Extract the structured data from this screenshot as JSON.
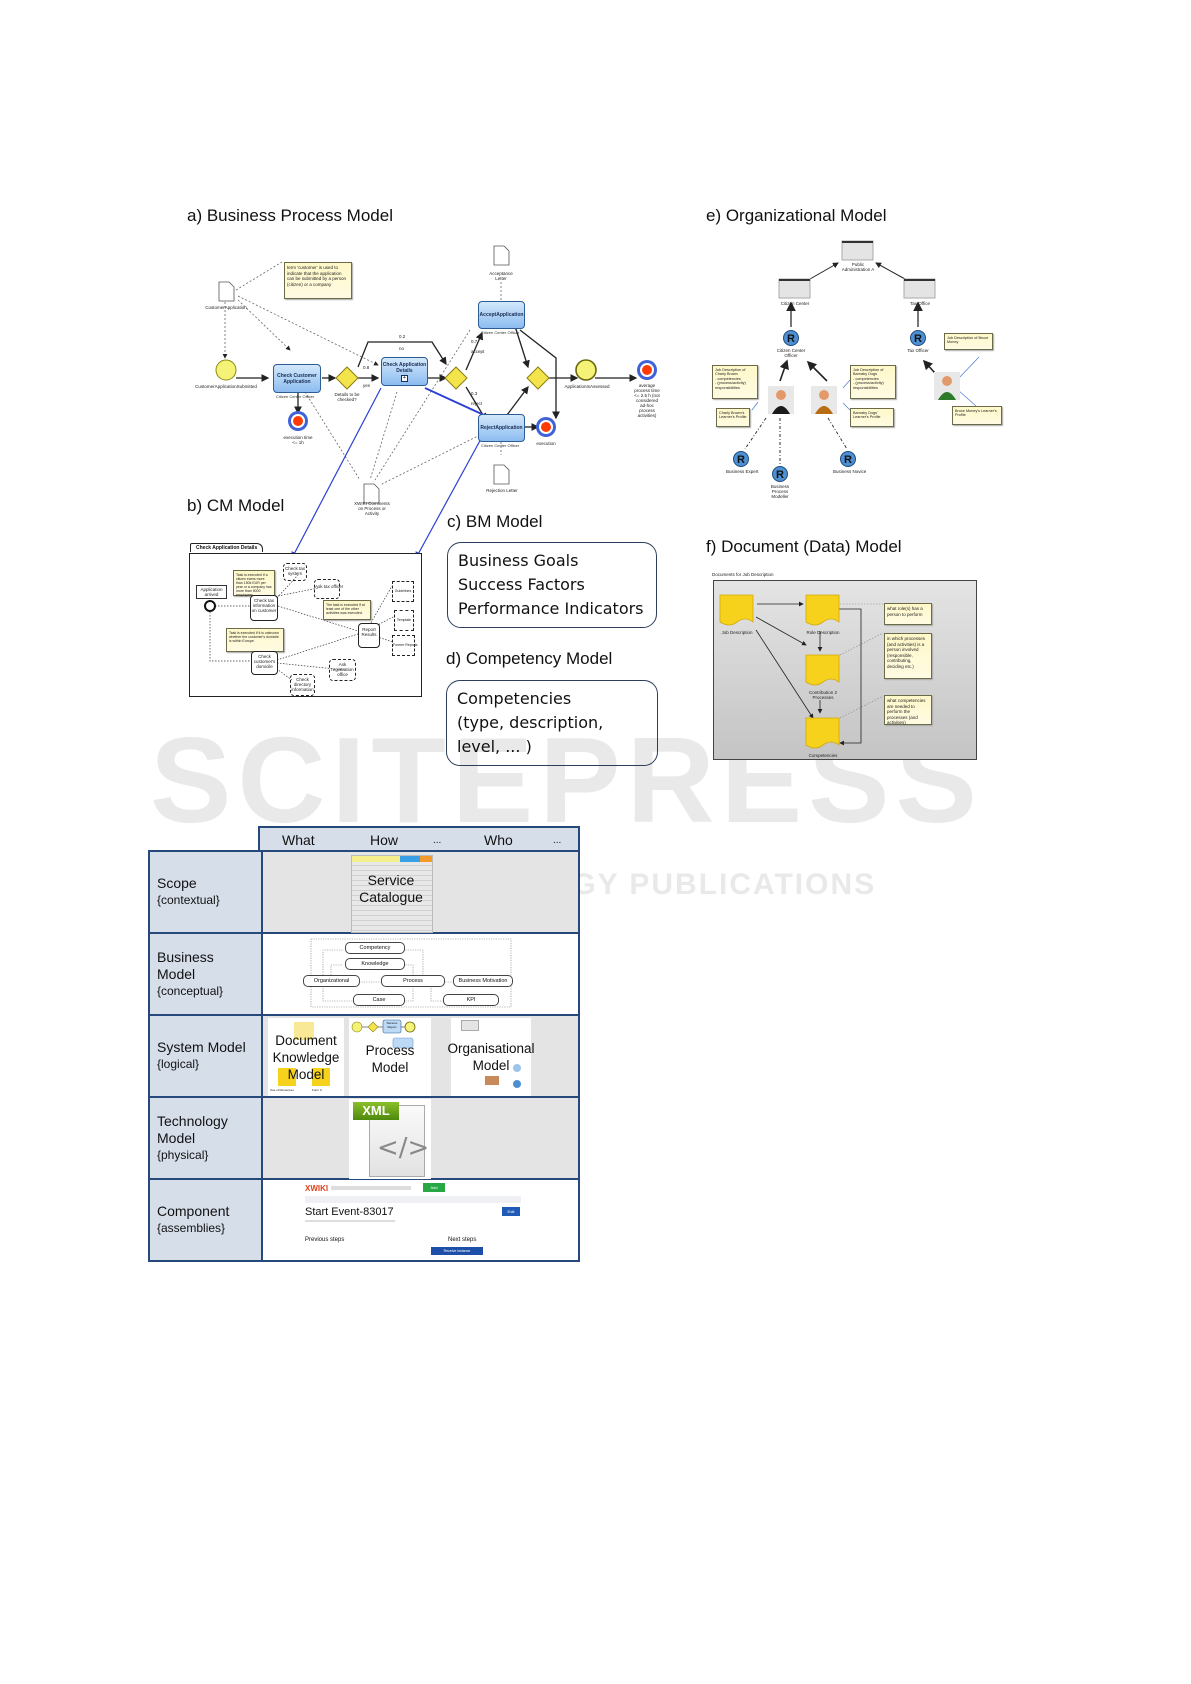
{
  "watermark": {
    "main": "SCITEPRESS",
    "sub": "SCIENCE AND TECHNOLOGY PUBLICATIONS"
  },
  "panels": {
    "a": {
      "title": "a) Business Process Model",
      "note": "term 'customer' is used to indicate that the application can be submitted by a person (citizen) or a company",
      "doc_customer_application": "CustomerApplication",
      "start_event": "CustomerApplicationSubmitted",
      "task_check_customer": "Check Customer Application",
      "task_check_details": "Check Application Details",
      "task_accept": "AcceptApplication",
      "task_reject": "RejectApplication",
      "lane_role": "Citizen Center Officer",
      "gateway_details": "Details to be checked?",
      "edge_yes": "yes",
      "edge_no": "no",
      "prob_yes": "0.8",
      "prob_no": "0.2",
      "edge_accept": "accept",
      "edge_reject": "reject",
      "prob_accept": "0.7",
      "prob_reject": "0.3",
      "doc_acceptance": "Acceptance Letter",
      "doc_rejection": "Rejection Letter",
      "doc_xwiki": "XWIKI Comments on Process or Activity",
      "end_event": "ApplicationIsAssessed",
      "kpi_execution_1": "execution time <= 1h",
      "kpi_execution_2": "execution",
      "kpi_avg": "average process time <= 2.5 h (not considered ad-hoc process activities)"
    },
    "b": {
      "title": "b) CM Model",
      "tab": "Check Application Details",
      "event": "Application arrived",
      "note1": "Task is executed if a citizen earns more than 150k EUR per year or a company has more than 5000 employees",
      "note2": "Task is executed if it is unknown whether the customer's domicile is within Europe.",
      "note3": "The task is executed if at least one of the other activities was executed.",
      "task_tax_info": "Check tax information on customer",
      "task_domicile": "Check customer's domicile",
      "task_report": "Report Results",
      "task_tax_system": "Check tax system",
      "task_ask_tax": "Ask tax officer",
      "task_ask_registration": "Ask registration office",
      "task_directory": "Check directory information",
      "doc_guidelines": "Guidelines",
      "doc_template": "Template",
      "doc_former": "Former Reports"
    },
    "c": {
      "title": "c) BM Model",
      "items": "Business Goals\nSuccess Factors\nPerformance Indicators"
    },
    "d": {
      "title": "d) Competency Model",
      "items": "Competencies\n(type, description,\nlevel, ... )"
    },
    "e": {
      "title": "e) Organizational Model",
      "unit_root": "Public Administration A",
      "unit_citizen": "Citizen Center",
      "unit_tax": "Tax Office",
      "role_citizen_officer": "Citizen Center Officer",
      "role_tax_officer": "Tax Officer",
      "role_expert": "Business Expert",
      "role_modeller": "Business Process Modeller",
      "role_novice": "Business Novice",
      "note_charly_job": "Job Description of Charly Brown\n- competencies\n- (process/activity) responsibilities",
      "note_charly_profile": "Charly Brown's Learner's Profile",
      "note_barnaby_job": "Job Description of Barnaby Dogs\n- competencies\n- (process/activity) responsibilities",
      "note_barnaby_profile": "Barnaby Dogs' Learner's Profile",
      "note_bruce_job": "Job Description of Bruce Money",
      "note_bruce_profile": "Bruce Money's Learner's Profile"
    },
    "f": {
      "title": "f) Document (Data) Model",
      "caption": "Documents for Job Description",
      "doc_job": "Job Description",
      "doc_role": "Role Description",
      "doc_contribution": "Contribution 2 Processes",
      "doc_competencies": "Competencies",
      "note1": "what role(s) has a person to perform",
      "note2": "in which processes (and activities) is a person involved (responsible, contributing, deciding etc.)",
      "note3": "what competencies are needed to perform the processes (and activities)"
    }
  },
  "zachman": {
    "columns": [
      "What",
      "How",
      "...",
      "Who",
      "..."
    ],
    "rows": [
      {
        "label": "Scope",
        "sub": "{contextual}",
        "content": "Service\nCatalogue"
      },
      {
        "label": "Business\nModel",
        "sub": "{conceptual}",
        "boxes": [
          "Competency",
          "Knowledge",
          "Organizational",
          "Process",
          "Business Motivation",
          "Case",
          "KPI"
        ]
      },
      {
        "label": "System Model",
        "sub": "{logical}",
        "items": [
          "Document\nKnowledge\nModel",
          "Process\nModel",
          "Organisational\nModel"
        ],
        "mini": {
          "receive_report": "Receive Report",
          "use_resources": "Use of Resources",
          "form_c": "Form C"
        }
      },
      {
        "label": "Technology\nModel",
        "sub": "{physical}",
        "content": "XML"
      },
      {
        "label": "Component",
        "sub": "{assemblies}",
        "xwiki": {
          "logo": "XWIKI",
          "page_title": "Start Event-83017",
          "previous": "Previous steps",
          "next": "Next steps",
          "add": "Add",
          "edit": "Edit",
          "receive": "Receive instance"
        }
      }
    ]
  }
}
